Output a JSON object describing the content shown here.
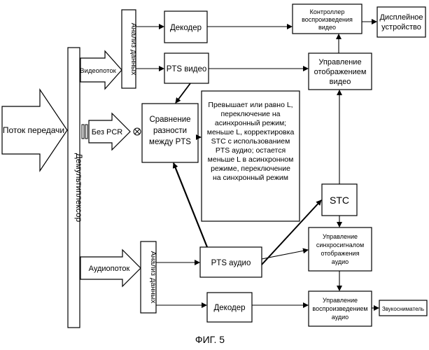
{
  "labels": {
    "transport_stream": "Поток передачи",
    "video_stream": "Видеопоток",
    "without_pcr": "Без PCR",
    "audio_stream": "Аудиопоток",
    "demultiplexer": "Демультиплексор",
    "data_analysis_video": "Анализ данных",
    "data_analysis_audio": "Анализ данных",
    "decoder_video": "Декодер",
    "pts_video": "PTS видео",
    "playback_controller_video": [
      "Контроллер",
      "воспроизведения",
      "видео"
    ],
    "display_device": [
      "Дисплейное",
      "устройство"
    ],
    "display_control_video": [
      "Управление",
      "отображением",
      "видео"
    ],
    "pts_compare": [
      "Сравнение",
      "разности",
      "между PTS"
    ],
    "rule_text": [
      "Превышает или равно L,",
      "переключение на",
      "асинхронный режим;",
      "меньше L, корректировка",
      "STC с использованием",
      "PTS аудио; остается",
      "меньше L в асинхронном",
      "режиме, переключение",
      "на синхронный режим"
    ],
    "stc": "STC",
    "audio_sync_control": [
      "Управление",
      "синхросигналом",
      "отображения",
      "аудио"
    ],
    "pts_audio": "PTS аудио",
    "decoder_audio": "Декодер",
    "playback_control_audio": [
      "Управление",
      "воспроизведением",
      "аудио"
    ],
    "sound_reproducer": "Звукосниматель",
    "caption": "ФИГ. 5"
  }
}
